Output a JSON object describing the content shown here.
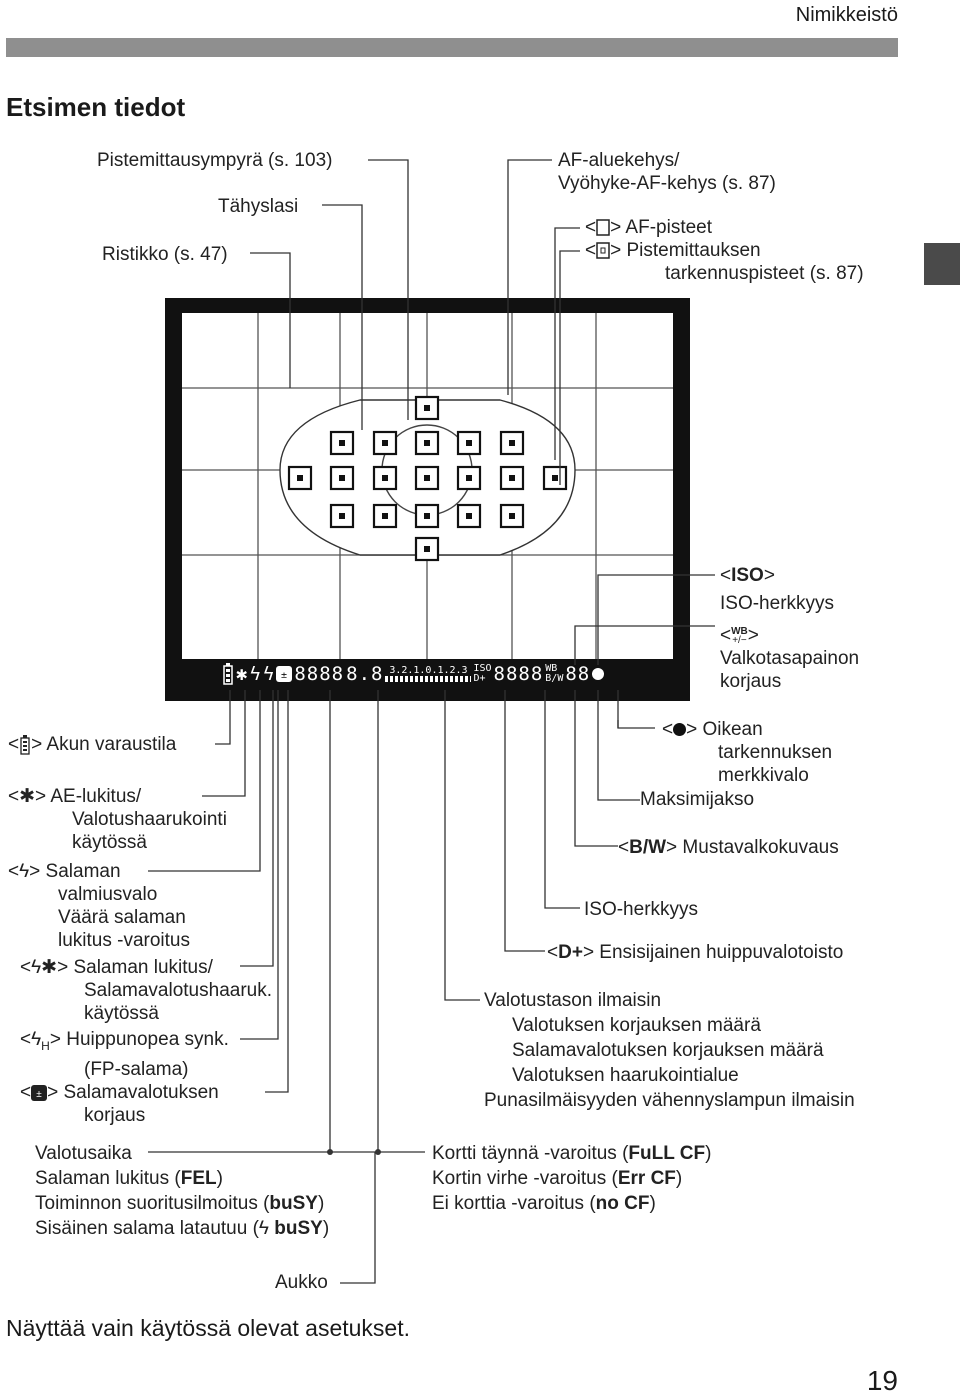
{
  "header": {
    "title": "Nimikkeistö"
  },
  "section_title": "Etsimen tiedot",
  "top_labels": {
    "spot_circle": "Pistemittausympyrä (s. 103)",
    "screen": "Tähyslasi",
    "grid": "Ristikko (s. 47)",
    "af_area_line1": "AF-aluekehys/",
    "af_area_line2": "Vyöhyke-AF-kehys (s. 87)",
    "af_points_lt": "<",
    "af_points_gt": "> AF-pisteet",
    "spot_af_gt": "> Pistemittauksen",
    "spot_af_line2": "tarkennuspisteet (s. 87)"
  },
  "right_labels": {
    "iso_lt": "<",
    "iso_symbol": "ISO",
    "iso_gt": ">",
    "iso_sensitivity": "ISO-herkkyys",
    "wb_lt": "<",
    "wb_symbol": "WB",
    "wb_sub": "+/−",
    "wb_gt": ">",
    "wb_line1": "Valkotasapainon",
    "wb_line2": "korjaus",
    "focus_confirm_lt": "<",
    "focus_confirm_gt": "> Oikean",
    "focus_confirm_line2": "tarkennuksen",
    "focus_confirm_line3": "merkkivalo",
    "max_burst": "Maksimijakso",
    "bw_lt": "<",
    "bw_symbol": "B/W",
    "bw_gt": "> Mustavalkokuvaus",
    "iso_sensitivity_2": "ISO-herkkyys",
    "hl_lt": "<",
    "hl_symbol": "D+",
    "hl_gt": "> Ensisijainen huippuvalotoisto",
    "exposure_level": "Valotustason ilmaisin",
    "exposure_comp": "Valotuksen korjauksen määrä",
    "flash_exposure_comp": "Salamavalotuksen korjauksen määrä",
    "bracketing_range": "Valotuksen haarukointialue",
    "red_eye_lamp": "Punasilmäisyyden vähennyslampun ilmaisin"
  },
  "left_labels": {
    "battery_lt": "<",
    "battery_gt": "> Akun varaustila",
    "ae_lock_lt": "<",
    "ae_lock_gt": "> AE-lukitus/",
    "ae_lock_line2": "Valotushaarukointi",
    "ae_lock_line3": "käytössä",
    "flash_ready_lt": "<",
    "flash_ready_gt": "> Salaman",
    "flash_ready_line2": "valmiusvalo",
    "flash_ready_line3": "Väärä salaman",
    "flash_ready_line4": "lukitus -varoitus",
    "fel_lt": "<",
    "fel_gt": "> Salaman lukitus/",
    "fel_line2": "Salamavalotushaaruk.",
    "fel_line3": "käytössä",
    "hss_lt": "<",
    "hss_gt": "> Huippunopea synk.",
    "hss_line2": "(FP-salama)",
    "fec_lt": "<",
    "fec_gt": "> Salamavalotuksen",
    "fec_line2": "korjaus"
  },
  "bottom_left": {
    "shutter": "Valotusaika",
    "fel_prefix": "Salaman lukitus (",
    "fel_code": "FEL",
    "fel_suffix": ")",
    "busy_prefix": "Toiminnon suoritusilmoitus (",
    "busy_code": "buSY",
    "busy_suffix": ")",
    "flash_busy_prefix": "Sisäinen salama latautuu (",
    "flash_busy_code": "buSY",
    "flash_busy_suffix": ")"
  },
  "bottom_right": {
    "full_prefix": "Kortti täynnä -varoitus (",
    "full_code": "FuLL CF",
    "full_suffix": ")",
    "err_prefix": "Kortin virhe -varoitus (",
    "err_code": "Err CF",
    "err_suffix": ")",
    "nocard_prefix": "Ei korttia -varoitus (",
    "nocard_code": "no CF",
    "nocard_suffix": ")"
  },
  "aperture": "Aukko",
  "lcd": {
    "shutter_digits": "8888",
    "aperture_digits": "8.8",
    "scale": "3.2.1.0.1.2.3",
    "iso_label": "ISO",
    "iso_sub": "D+",
    "iso_digits": "8888",
    "wb_label": "WB",
    "wb_sub": "B/W",
    "burst_digits": "88"
  },
  "footer_note": "Näyttää vain käytössä olevat asetukset.",
  "page_number": "19"
}
